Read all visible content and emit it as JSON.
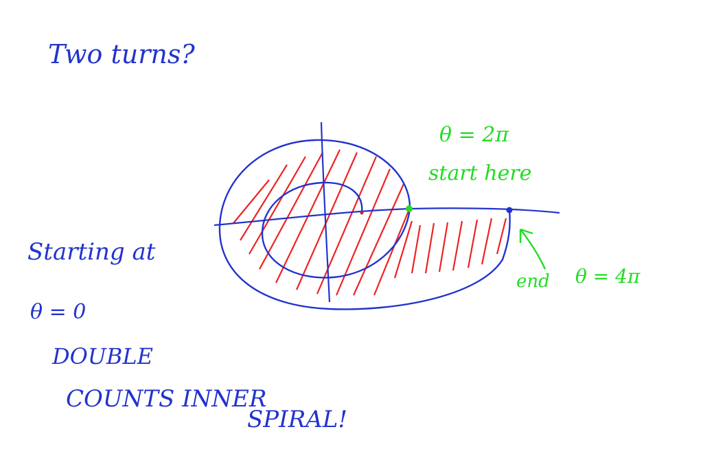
{
  "notes": {
    "title": "Two turns?",
    "starting_at": "Starting at",
    "theta_zero": "θ = 0",
    "double": "DOUBLE",
    "counts_inner": "COUNTS INNER",
    "spiral": "SPIRAL!"
  },
  "annotations": {
    "theta_two_pi": "θ = 2π",
    "start_here": "start here",
    "end": "end",
    "theta_four_pi": "θ = 4π"
  },
  "colors": {
    "ink_blue": "#2233cc",
    "ink_red": "#ee2222",
    "ink_green": "#22dd22",
    "background": "#ffffff"
  }
}
